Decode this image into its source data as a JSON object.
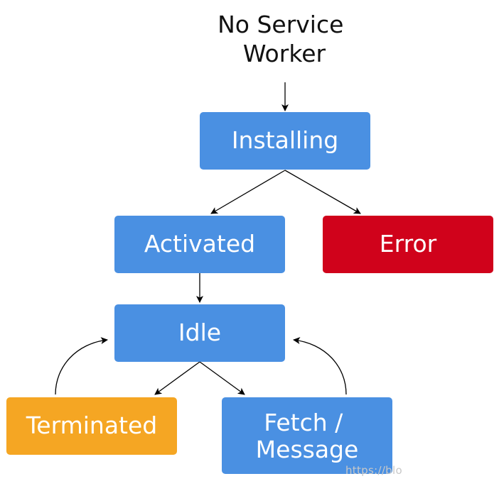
{
  "diagram": {
    "start_label": [
      "No Service",
      "Worker"
    ],
    "nodes": {
      "installing": {
        "label": "Installing",
        "color": "#4a90e2"
      },
      "activated": {
        "label": "Activated",
        "color": "#4a90e2"
      },
      "error": {
        "label": "Error",
        "color": "#d0021b"
      },
      "idle": {
        "label": "Idle",
        "color": "#4a90e2"
      },
      "terminated": {
        "label": "Terminated",
        "color": "#f5a623"
      },
      "fetch": {
        "label": [
          "Fetch /",
          "Message"
        ],
        "color": "#4a90e2"
      }
    },
    "edges": [
      {
        "from": "start",
        "to": "installing"
      },
      {
        "from": "installing",
        "to": "activated"
      },
      {
        "from": "installing",
        "to": "error"
      },
      {
        "from": "activated",
        "to": "idle"
      },
      {
        "from": "idle",
        "to": "terminated"
      },
      {
        "from": "idle",
        "to": "fetch"
      },
      {
        "from": "terminated",
        "to": "idle"
      },
      {
        "from": "fetch",
        "to": "idle"
      }
    ]
  },
  "watermark": "https://blo"
}
